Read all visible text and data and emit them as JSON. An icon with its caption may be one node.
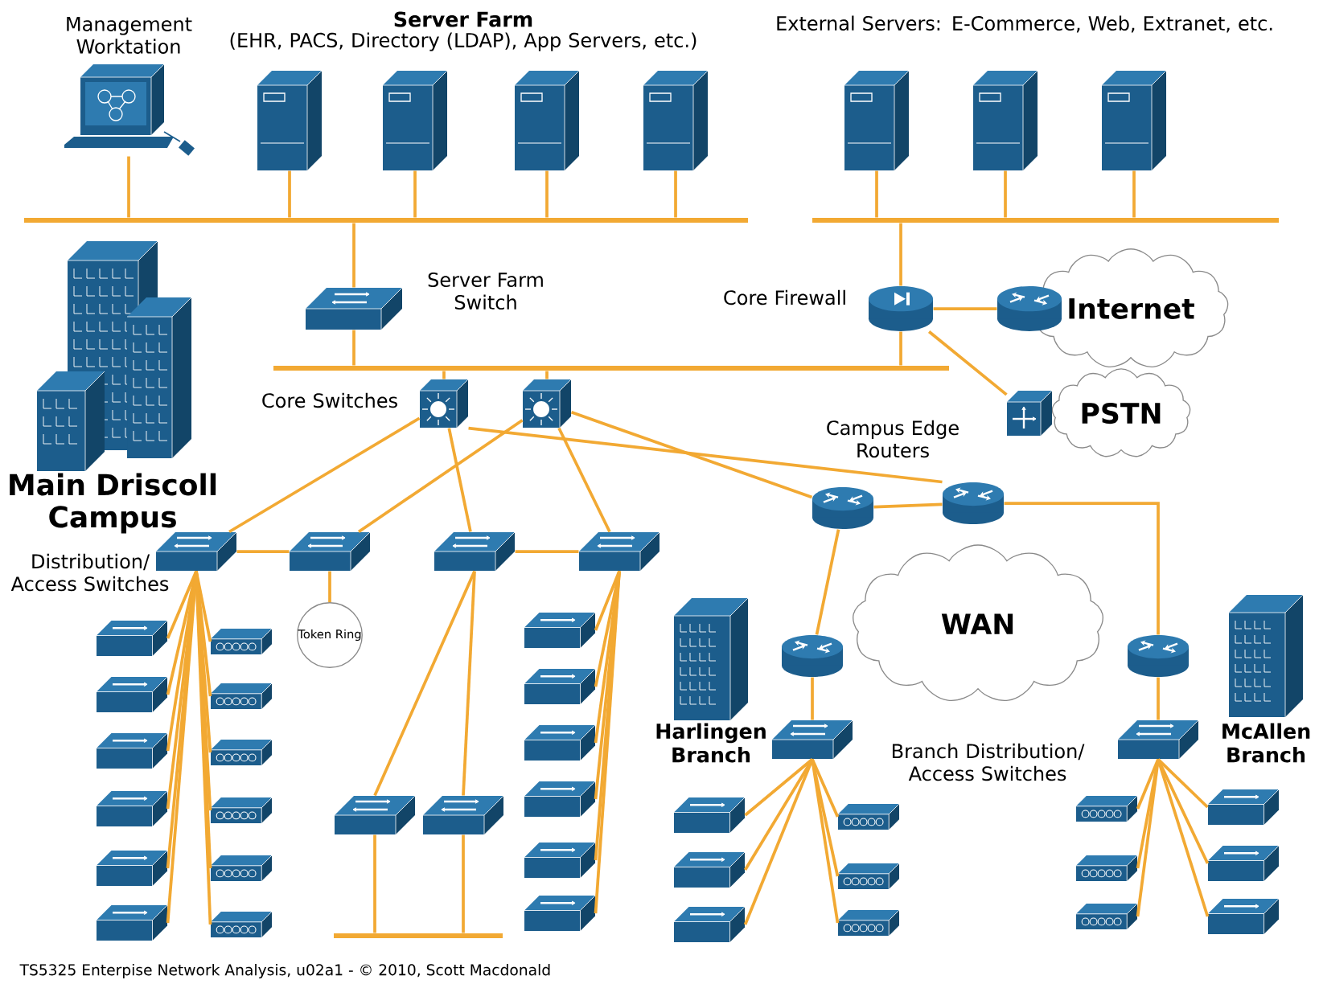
{
  "diagram": {
    "caption": "TS5325 Enterpise Network Analysis, u02a1 - © 2010, Scott Macdonald",
    "nodes": [
      {
        "text": [],
        "shape": "picture",
        "beside": [
          "Management Worktation"
        ]
      },
      {
        "text": [],
        "shape": "picture"
      },
      {
        "text": [],
        "shape": "picture"
      },
      {
        "text": [],
        "shape": "picture"
      },
      {
        "text": [],
        "shape": "picture"
      },
      {
        "text": [],
        "shape": "picture"
      },
      {
        "text": [],
        "shape": "picture"
      },
      {
        "text": [],
        "shape": "picture"
      },
      {
        "text": [],
        "shape": "bar"
      },
      {
        "text": [],
        "shape": "bar"
      },
      {
        "text": [],
        "shape": "picture",
        "beside": [
          "Server Farm Switch"
        ]
      },
      {
        "text": [],
        "shape": "bar"
      },
      {
        "text": [],
        "shape": "picture"
      },
      {
        "text": [],
        "shape": "picture"
      },
      {
        "text": [],
        "shape": "cylinder",
        "beside": [
          "Core Firewall"
        ]
      },
      {
        "text": [],
        "shape": "cylinder"
      },
      {
        "text": [
          "Internet"
        ]
      },
      {
        "text": [],
        "shape": "picture"
      },
      {
        "text": [
          "PSTN"
        ]
      },
      {
        "text": [],
        "shape": "cylinder"
      },
      {
        "text": [],
        "shape": "cylinder"
      },
      {
        "text": [
          "WAN"
        ]
      },
      {
        "text": [],
        "shape": "picture",
        "beside": [
          "Main Driscoll Campus"
        ]
      },
      {
        "text": [],
        "shape": "picture"
      },
      {
        "text": [],
        "shape": "picture"
      },
      {
        "text": [],
        "shape": "picture"
      },
      {
        "text": [],
        "shape": "picture"
      },
      {
        "text": [
          "Token Ring"
        ]
      },
      {
        "text": [],
        "shape": "picture"
      },
      {
        "text": [],
        "shape": "picture"
      },
      {
        "text": [],
        "shape": "picture"
      },
      {
        "text": [],
        "shape": "picture"
      },
      {
        "text": [],
        "shape": "picture"
      },
      {
        "text": [],
        "shape": "picture"
      },
      {
        "text": [],
        "shape": "picture"
      },
      {
        "text": [],
        "shape": "picture"
      },
      {
        "text": [],
        "shape": "picture"
      },
      {
        "text": [],
        "shape": "picture"
      },
      {
        "text": [],
        "shape": "picture"
      },
      {
        "text": [],
        "shape": "picture"
      },
      {
        "text": [],
        "shape": "picture"
      },
      {
        "text": [],
        "shape": "picture"
      },
      {
        "text": [],
        "shape": "bar"
      },
      {
        "text": [],
        "shape": "picture"
      },
      {
        "text": [],
        "shape": "picture"
      },
      {
        "text": [],
        "shape": "picture"
      },
      {
        "text": [],
        "shape": "picture"
      },
      {
        "text": [],
        "shape": "picture"
      },
      {
        "text": [],
        "shape": "picture"
      },
      {
        "text": [],
        "shape": "picture",
        "beside": [
          "Harlingen Branch"
        ]
      },
      {
        "text": [],
        "shape": "cylinder"
      },
      {
        "text": [],
        "shape": "picture"
      },
      {
        "text": [],
        "shape": "picture"
      },
      {
        "text": [],
        "shape": "picture"
      },
      {
        "text": [],
        "shape": "picture"
      },
      {
        "text": [],
        "shape": "picture"
      },
      {
        "text": [],
        "shape": "picture"
      },
      {
        "text": [],
        "shape": "picture"
      },
      {
        "text": [],
        "shape": "cylinder"
      },
      {
        "text": [],
        "shape": "picture"
      },
      {
        "text": [],
        "shape": "picture"
      },
      {
        "text": [],
        "shape": "picture"
      },
      {
        "text": [],
        "shape": "picture"
      },
      {
        "text": [],
        "shape": "picture"
      },
      {
        "text": [],
        "shape": "picture"
      },
      {
        "text": [],
        "shape": "picture"
      },
      {
        "text": [],
        "shape": "picture",
        "beside": [
          "McAllen Branch"
        ]
      }
    ],
    "edges": [
      {
        "from": 0,
        "to": 8,
        "arrow": "none"
      },
      {
        "from": 1,
        "to": 8,
        "arrow": "none"
      },
      {
        "from": 2,
        "to": 8,
        "arrow": "none"
      },
      {
        "from": 3,
        "to": 8,
        "arrow": "none"
      },
      {
        "from": 4,
        "to": 8,
        "arrow": "none"
      },
      {
        "from": 5,
        "to": 9,
        "arrow": "none"
      },
      {
        "from": 6,
        "to": 9,
        "arrow": "none"
      },
      {
        "from": 7,
        "to": 9,
        "arrow": "none"
      },
      {
        "from": 10,
        "to": 8,
        "arrow": "none"
      },
      {
        "from": 10,
        "to": 11,
        "arrow": "none"
      },
      {
        "from": 12,
        "to": 11,
        "arrow": "none"
      },
      {
        "from": 13,
        "to": 11,
        "arrow": "none"
      },
      {
        "from": 14,
        "to": 11,
        "arrow": "none"
      },
      {
        "from": 14,
        "to": 9,
        "arrow": "none"
      },
      {
        "from": 14,
        "to": 15,
        "arrow": "none"
      },
      {
        "from": 14,
        "to": 17,
        "arrow": "none"
      },
      {
        "from": 12,
        "to": 23,
        "arrow": "none"
      },
      {
        "from": 13,
        "to": 24,
        "arrow": "none"
      },
      {
        "from": 12,
        "to": 25,
        "arrow": "none"
      },
      {
        "from": 13,
        "to": 26,
        "arrow": "none"
      },
      {
        "from": 12,
        "to": 20,
        "arrow": "none"
      },
      {
        "from": 13,
        "to": 19,
        "arrow": "none"
      },
      {
        "from": 23,
        "to": 24,
        "arrow": "none"
      },
      {
        "from": 25,
        "to": 26,
        "arrow": "none"
      },
      {
        "from": 23,
        "to": 28,
        "arrow": "none"
      },
      {
        "from": 23,
        "to": 29,
        "arrow": "none"
      },
      {
        "from": 23,
        "to": 30,
        "arrow": "none"
      },
      {
        "from": 23,
        "to": 31,
        "arrow": "none"
      },
      {
        "from": 23,
        "to": 32,
        "arrow": "none"
      },
      {
        "from": 23,
        "to": 33,
        "arrow": "none"
      },
      {
        "from": 23,
        "to": 34,
        "arrow": "none"
      },
      {
        "from": 23,
        "to": 35,
        "arrow": "none"
      },
      {
        "from": 23,
        "to": 36,
        "arrow": "none"
      },
      {
        "from": 23,
        "to": 37,
        "arrow": "none"
      },
      {
        "from": 23,
        "to": 38,
        "arrow": "none"
      },
      {
        "from": 23,
        "to": 39,
        "arrow": "none"
      },
      {
        "from": 24,
        "to": 27,
        "arrow": "none"
      },
      {
        "from": 25,
        "to": 40,
        "arrow": "none"
      },
      {
        "from": 25,
        "to": 41,
        "arrow": "none"
      },
      {
        "from": 40,
        "to": 42,
        "arrow": "none"
      },
      {
        "from": 41,
        "to": 42,
        "arrow": "none"
      },
      {
        "from": 26,
        "to": 43,
        "arrow": "none"
      },
      {
        "from": 26,
        "to": 44,
        "arrow": "none"
      },
      {
        "from": 26,
        "to": 45,
        "arrow": "none"
      },
      {
        "from": 26,
        "to": 46,
        "arrow": "none"
      },
      {
        "from": 26,
        "to": 47,
        "arrow": "none"
      },
      {
        "from": 26,
        "to": 48,
        "arrow": "none"
      },
      {
        "from": 19,
        "to": 20,
        "arrow": "none"
      },
      {
        "from": 19,
        "to": 50,
        "arrow": "none"
      },
      {
        "from": 20,
        "to": 58,
        "arrow": "none"
      },
      {
        "from": 50,
        "to": 51,
        "arrow": "none"
      },
      {
        "from": 51,
        "to": 52,
        "arrow": "none"
      },
      {
        "from": 51,
        "to": 53,
        "arrow": "none"
      },
      {
        "from": 51,
        "to": 54,
        "arrow": "none"
      },
      {
        "from": 51,
        "to": 55,
        "arrow": "none"
      },
      {
        "from": 51,
        "to": 56,
        "arrow": "none"
      },
      {
        "from": 51,
        "to": 57,
        "arrow": "none"
      },
      {
        "from": 58,
        "to": 59,
        "arrow": "none"
      },
      {
        "from": 59,
        "to": 60,
        "arrow": "none"
      },
      {
        "from": 59,
        "to": 61,
        "arrow": "none"
      },
      {
        "from": 59,
        "to": 62,
        "arrow": "none"
      },
      {
        "from": 59,
        "to": 63,
        "arrow": "none"
      },
      {
        "from": 59,
        "to": 64,
        "arrow": "none"
      },
      {
        "from": 59,
        "to": 65,
        "arrow": "none"
      }
    ],
    "labels": [
      "Server Farm",
      "(EHR, PACS, Directory (LDAP), App Servers, etc.)",
      "External Servers: E-Commerce, Web, Extranet, etc.",
      "Core Switches",
      "Campus Edge Routers",
      "Distribution/ Access Switches",
      "Branch Distribution/ Access Switches"
    ]
  }
}
